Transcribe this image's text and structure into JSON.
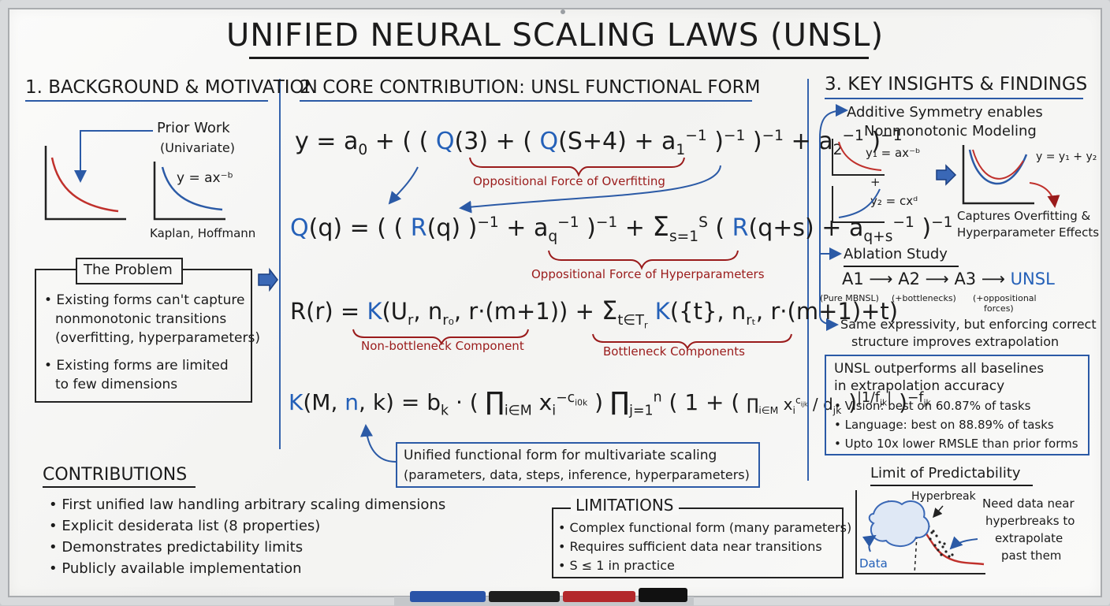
{
  "title": "UNIFIED NEURAL SCALING LAWS (UNSL)",
  "sections": {
    "background": {
      "heading": "1. BACKGROUND & MOTIVATION",
      "prior_work": "Prior Work",
      "univariate": "(Univariate)",
      "formula": "y = ax⁻ᵇ",
      "authors": "Kaplan, Hoffmann",
      "problem_title": "The Problem",
      "problem_items": [
        [
          "• Existing forms can't capture",
          "nonmonotonic transitions",
          "(overfitting, hyperparameters)"
        ],
        [
          "• Existing forms are limited",
          "to few dimensions"
        ]
      ]
    },
    "core": {
      "heading": "2. CORE CONTRIBUTION: UNSL FUNCTIONAL FORM",
      "label_overfitting": "Oppositional Force of Overfitting",
      "label_hyperparameters": "Oppositional Force of Hyperparameters",
      "label_nonbottleneck": "Non-bottleneck Component",
      "label_bottleneck": "Bottleneck Components",
      "unified_lines": [
        "Unified functional form for multivariate scaling",
        "(parameters, data, steps, inference, hyperparameters)"
      ]
    },
    "insights": {
      "heading": "3. KEY INSIGHTS & FINDINGS",
      "symmetry_lines": [
        "Additive Symmetry enables",
        "Nonmonotonic Modeling"
      ],
      "y1": "y₁ = ax⁻ᵇ",
      "plus": "+",
      "y2": "y₂ = cxᵈ",
      "ysum": "y = y₁ + y₂",
      "captures_lines": [
        "Captures Overfitting &",
        "Hyperparameter Effects"
      ],
      "ablation_title": "Ablation Study",
      "ablation_steps": [
        "A1",
        "A2",
        "A3",
        "UNSL"
      ],
      "ablation_arrow": "⟶",
      "ablation_notes": [
        "(Pure MBNSL)",
        "(+bottlenecks)",
        "(+oppositional",
        "forces)"
      ],
      "expressivity_lines": [
        "Same expressivity, but enforcing correct",
        "structure improves extrapolation"
      ],
      "outperform_lines": [
        "UNSL outperforms all baselines",
        "in extrapolation accuracy"
      ],
      "outperform_items": [
        "• Vision: best on 60.87% of tasks",
        "• Language: best on 88.89% of tasks",
        "• Upto 10x lower RMSLE than prior forms"
      ],
      "limit_title": "Limit of Predictability",
      "hyperbreak": "Hyperbreak",
      "data_label": "Data",
      "need_lines": [
        "Need data near",
        "hyperbreaks to",
        "extrapolate",
        "past them"
      ]
    },
    "contributions": {
      "heading": "CONTRIBUTIONS",
      "items": [
        "• First unified law handling arbitrary scaling dimensions",
        "• Explicit desiderata list (8 properties)",
        "• Demonstrates predictability limits",
        "• Publicly available implementation"
      ]
    },
    "limitations": {
      "heading": "LIMITATIONS",
      "items": [
        "• Complex functional form (many parameters)",
        "• Requires sufficient data near transitions",
        "• S ≤ 1 in practice"
      ]
    }
  },
  "colors": {
    "ink": "#1b1b1b",
    "blue": "#2460b8",
    "red": "#9a1b1b",
    "board": "#f7f7f6",
    "frame": "#d8dadc"
  },
  "icons": [
    "arrow-right-icon",
    "decreasing-curve-icon",
    "u-curve-icon",
    "data-cloud-icon",
    "marker-pen-icon"
  ]
}
